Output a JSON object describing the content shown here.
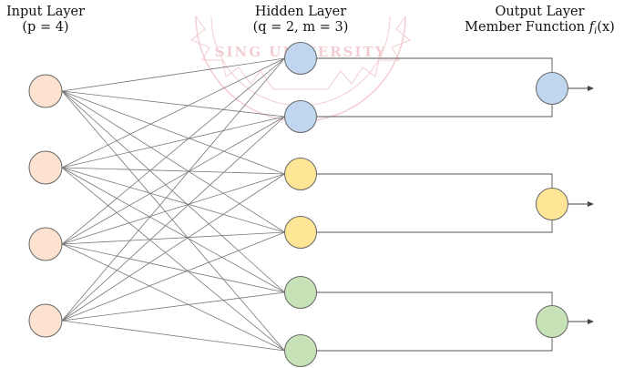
{
  "layers": {
    "input": {
      "title": "Input Layer",
      "subtitle": "(p = 4)",
      "count": 4,
      "fill": "#fce2cf"
    },
    "hidden": {
      "title": "Hidden Layer",
      "subtitle": "(q = 2, m = 3)",
      "groups": [
        {
          "count": 2,
          "fill": "#bfd6ee"
        },
        {
          "count": 2,
          "fill": "#ffe697"
        },
        {
          "count": 2,
          "fill": "#c6e2b6"
        }
      ]
    },
    "output": {
      "title": "Output Layer",
      "subtitle_prefix": "Member Function",
      "function_symbol": "f",
      "function_subscript": "i",
      "function_arg": "(x)",
      "nodes": [
        {
          "fill": "#bfd6ee"
        },
        {
          "fill": "#ffe697"
        },
        {
          "fill": "#c6e2b6"
        }
      ]
    }
  },
  "colors": {
    "edge": "#777777",
    "node_stroke": "#666666",
    "connector": "#555555",
    "arrow": "#444444",
    "watermark": "#e8a6ad"
  },
  "watermark_text": "SING UNIVERSITY"
}
